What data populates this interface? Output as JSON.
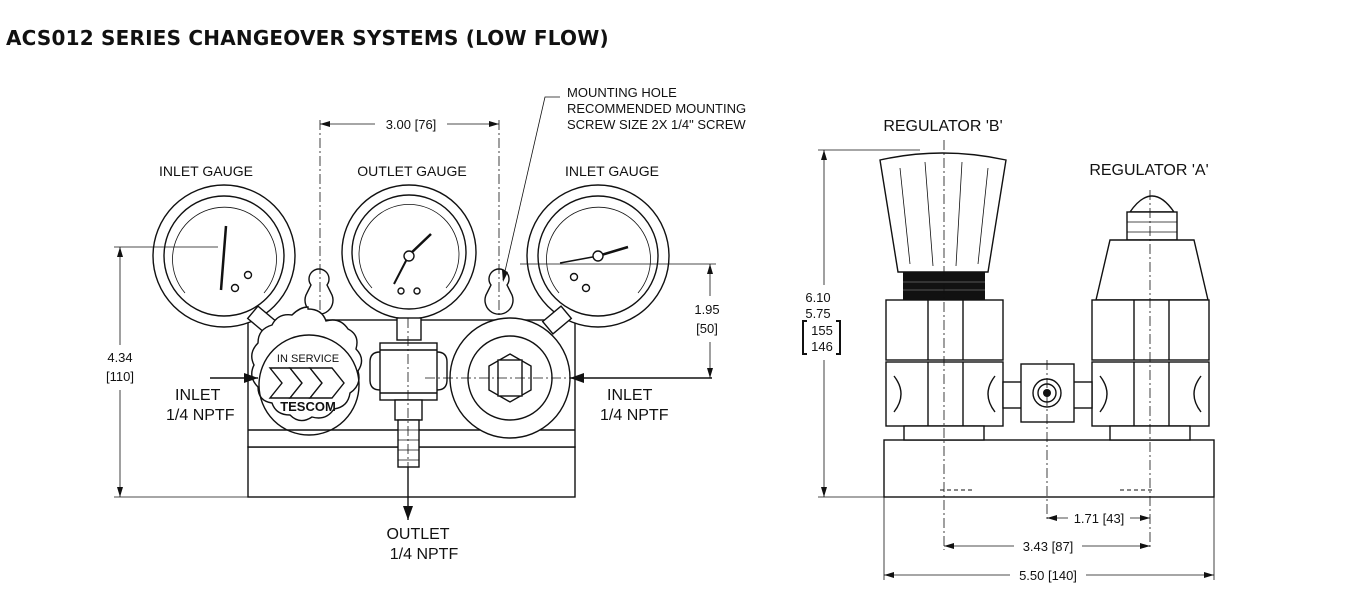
{
  "title": "ACS012 SERIES CHANGEOVER SYSTEMS (LOW FLOW)",
  "front_view": {
    "labels": {
      "inlet_gauge_left": "INLET GAUGE",
      "outlet_gauge": "OUTLET GAUGE",
      "inlet_gauge_right": "INLET GAUGE",
      "mounting_hole_1": "MOUNTING HOLE",
      "mounting_hole_2": "RECOMMENDED MOUNTING",
      "mounting_hole_3": "SCREW SIZE 2X 1/4\" SCREW",
      "inlet_left_1": "INLET",
      "inlet_left_2": "1/4 NPTF",
      "inlet_right_1": "INLET",
      "inlet_right_2": "1/4 NPTF",
      "outlet_1": "OUTLET",
      "outlet_2": "1/4 NPTF",
      "knob_text": "IN SERVICE",
      "brand": "TESCOM"
    },
    "dimensions": {
      "hole_spacing": "3.00 [76]",
      "height_1": "4.34",
      "height_2": "[110]",
      "inlet_height_1": "1.95",
      "inlet_height_2": "[50]"
    }
  },
  "side_view": {
    "labels": {
      "regulator_b": "REGULATOR 'B'",
      "regulator_a": "REGULATOR 'A'"
    },
    "dimensions": {
      "height_in_1": "6.10",
      "height_in_2": "5.75",
      "height_mm_1": "155",
      "height_mm_2": "146",
      "dim_1": "1.71 [43]",
      "dim_2": "3.43 [87]",
      "dim_3": "5.50 [140]"
    }
  }
}
